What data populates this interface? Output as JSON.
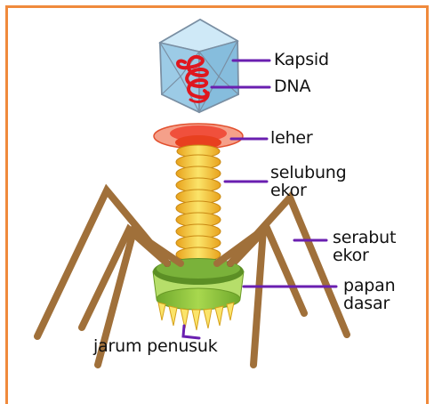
{
  "labels": {
    "capsid": "Kapsid",
    "dna": "DNA",
    "neck": "leher",
    "sheath_line1": "selubung",
    "sheath_line2": "ekor",
    "fiber_line1": "serabut",
    "fiber_line2": "ekor",
    "baseplate_line1": "papan",
    "baseplate_line2": "dasar",
    "pin": "jarum penusuk"
  },
  "colors": {
    "frame": "#f08a3c",
    "pointer": "#6a1fb0",
    "capsid": "#9fd0ea",
    "dna": "#e0161e",
    "collar": "#f0503c",
    "sheath": "#f2d34a",
    "baseplate": "#8cc63f",
    "legs": "#a0703a"
  }
}
